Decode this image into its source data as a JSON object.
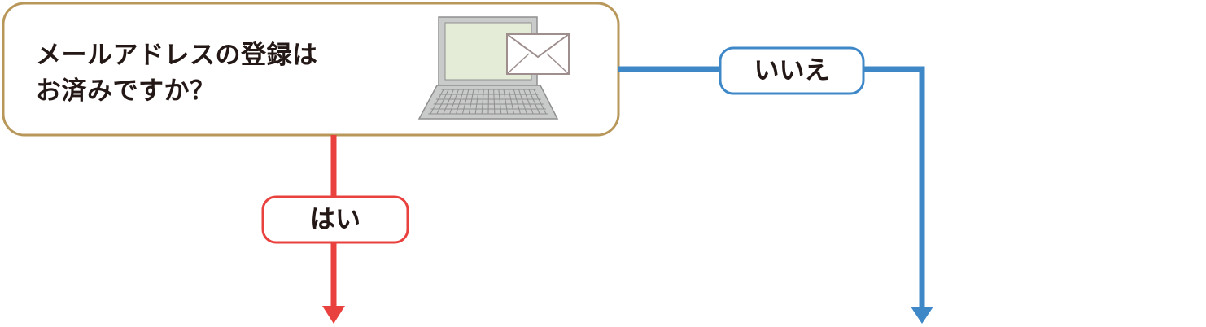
{
  "colors": {
    "question_border": "#b8975a",
    "yes_line": "#e8413e",
    "no_line": "#3f88c8",
    "text": "#231815",
    "laptop_body": "#c9caca",
    "laptop_screen": "#e4ecd8",
    "envelope_fill": "#ffffff",
    "envelope_stroke": "#9e8e8e"
  },
  "question": {
    "line1": "メールアドレスの登録は",
    "line2": "お済みですか？",
    "icon": "laptop-with-envelope-icon"
  },
  "answers": {
    "yes": "はい",
    "no": "いいえ"
  }
}
